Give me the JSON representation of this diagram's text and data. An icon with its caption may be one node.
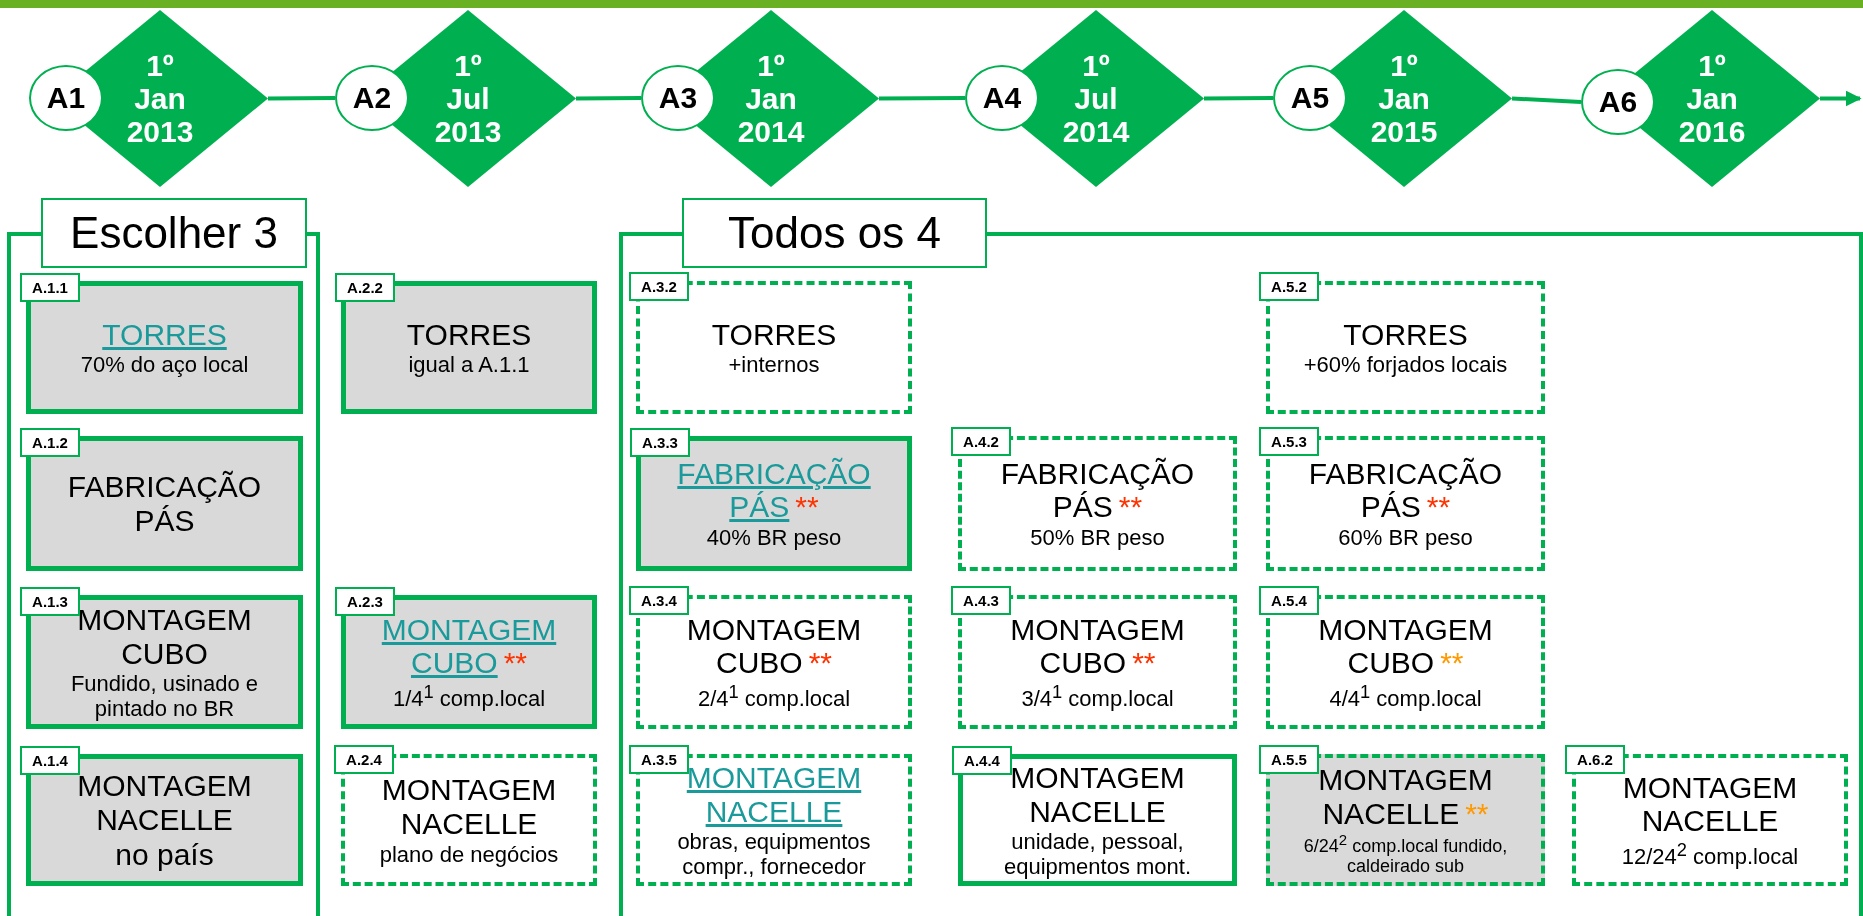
{
  "diagram": {
    "nodes": [
      {
        "text": [
          "A1"
        ]
      },
      {
        "text": [
          "1º Jan 2013"
        ]
      },
      {
        "text": [
          "A2"
        ]
      },
      {
        "text": [
          "1º Jul 2013"
        ]
      },
      {
        "text": [
          "A3"
        ]
      },
      {
        "text": [
          "1º Jan 2014"
        ]
      },
      {
        "text": [
          "A4"
        ]
      },
      {
        "text": [
          "1º Jul 2014"
        ]
      },
      {
        "text": [
          "A5"
        ]
      },
      {
        "text": [
          "1º Jan 2015"
        ]
      },
      {
        "text": [
          "A6"
        ]
      },
      {
        "text": [
          "1º Jan 2016"
        ]
      },
      {
        "text": [
          "Escolher 3"
        ]
      },
      {
        "text": [
          "A.1.1",
          "TORRES",
          "70% do aço local"
        ],
        "in": 12
      },
      {
        "text": [
          "A.1.2",
          "FABRICAÇÃO PÁS"
        ],
        "in": 12
      },
      {
        "text": [
          "A.1.3",
          "MONTAGEM CUBO",
          "Fundido, usinado e pintado no BR"
        ],
        "in": 12
      },
      {
        "text": [
          "A.1.4",
          "MONTAGEM NACELLE",
          "no país"
        ],
        "in": 12
      },
      {
        "text": [
          "A.2.2",
          "TORRES",
          "igual a A.1.1"
        ]
      },
      {
        "text": [
          "A.2.3",
          "MONTAGEM CUBO",
          "**",
          "1/4$^{1}$ comp.local"
        ]
      },
      {
        "text": [
          "A.2.4",
          "MONTAGEM NACELLE",
          "plano de negócios"
        ]
      },
      {
        "text": [
          "Todos os 4"
        ]
      },
      {
        "text": [
          "A.3.2",
          "TORRES",
          "+internos"
        ],
        "in": 20
      },
      {
        "text": [
          "A.3.3",
          "FABRICAÇÃO PÁS",
          "**",
          "40% BR peso"
        ],
        "in": 20
      },
      {
        "text": [
          "A.3.4",
          "MONTAGEM CUBO",
          "**",
          "2/4$^{1}$ comp.local"
        ],
        "in": 20
      },
      {
        "text": [
          "A.3.5",
          "MONTAGEM NACELLE",
          "obras, equipmentos compr., fornecedor"
        ],
        "in": 20
      },
      {
        "text": [
          "A.4.2",
          "FABRICAÇÃO PÁS",
          "**",
          "50% BR peso"
        ],
        "in": 20
      },
      {
        "text": [
          "A.4.3",
          "MONTAGEM CUBO",
          "**",
          "3/4$^{1}$ comp.local"
        ],
        "in": 20
      },
      {
        "text": [
          "A.4.4",
          "MONTAGEM NACELLE",
          "unidade, pessoal, equipmentos mont."
        ],
        "in": 20
      },
      {
        "text": [
          "A.5.2",
          "TORRES",
          "+60% forjados locais"
        ],
        "in": 20
      },
      {
        "text": [
          "A.5.3",
          "FABRICAÇÃO PÁS",
          "**",
          "60% BR peso"
        ],
        "in": 20
      },
      {
        "text": [
          "A.5.4",
          "MONTAGEM CUBO",
          "**",
          "4/4$^{1}$ comp.local"
        ],
        "in": 20
      },
      {
        "text": [
          "A.5.5",
          "MONTAGEM NACELLE",
          "**",
          "6/24$^{2}$ comp.local fundido, caldeirado sub"
        ],
        "in": 20
      },
      {
        "text": [
          "A.6.2",
          "MONTAGEM NACELLE",
          "12/24$^{2}$ comp.local"
        ],
        "in": 20
      }
    ],
    "edges": [
      {
        "from": 1,
        "to": 2,
        "arrow": "none"
      },
      {
        "from": 3,
        "to": 4,
        "arrow": "none"
      },
      {
        "from": 5,
        "to": 6,
        "arrow": "none"
      },
      {
        "from": 7,
        "to": 8,
        "arrow": "none"
      },
      {
        "from": 9,
        "to": 10,
        "arrow": "none"
      },
      {
        "from": 11,
        "to": null,
        "arrow": "to"
      }
    ]
  }
}
